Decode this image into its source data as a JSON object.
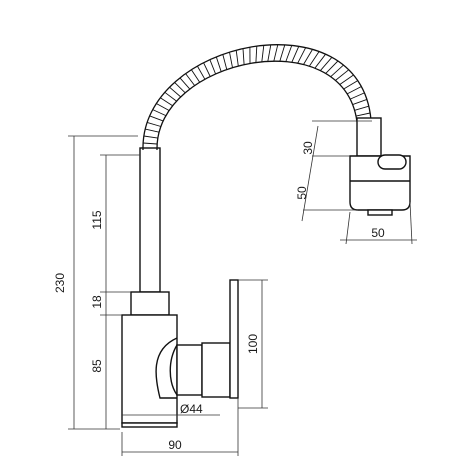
{
  "drawing": {
    "colors": {
      "line": "#111111",
      "dimension": "#333333",
      "background": "#ffffff"
    },
    "dimensions": {
      "total_height": "230",
      "tube_height": "115",
      "collar_height": "18",
      "body_height": "85",
      "lever_height": "100",
      "base_diameter": "Ø44",
      "base_width": "90",
      "head_top": "30",
      "head_height": "50",
      "head_width": "50"
    }
  }
}
